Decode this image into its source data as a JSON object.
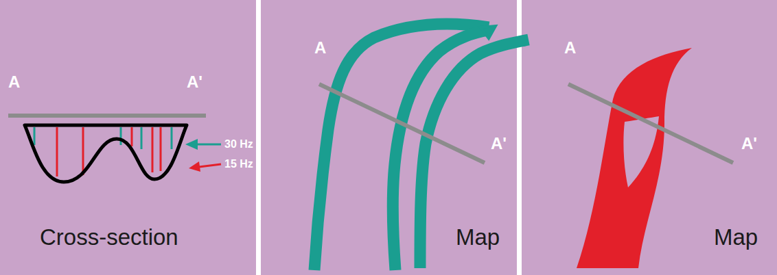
{
  "diagram": {
    "labels": [
      "A",
      "A'",
      "30 Hz",
      "15 Hz",
      "Cross-section",
      "A",
      "A'",
      "Map",
      "A",
      "A'",
      "Map"
    ]
  }
}
